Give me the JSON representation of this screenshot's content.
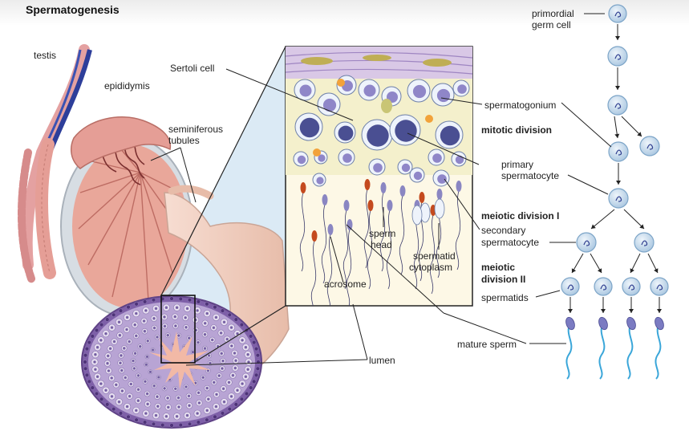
{
  "title": "Spermatogenesis",
  "labels": {
    "testis": "testis",
    "epididymis": "epididymis",
    "seminiferous_1": "seminiferous",
    "seminiferous_2": "tubules",
    "sertoli": "Sertoli cell",
    "spermatogonium": "spermatogonium",
    "mitotic_division": "mitotic division",
    "primary_1": "primary",
    "primary_2": "spermatocyte",
    "meiotic_1": "meiotic division I",
    "secondary_1": "secondary",
    "secondary_2": "spermatocyte",
    "meiotic_2a": "meiotic",
    "meiotic_2b": "division II",
    "spermatids": "spermatids",
    "mature_sperm": "mature sperm",
    "sperm_head_1": "sperm",
    "sperm_head_2": "head",
    "spermatid_cyto_1": "spermatid",
    "spermatid_cyto_2": "cytoplasm",
    "acrosome": "acrosome",
    "lumen": "lumen",
    "primordial_1": "primordial",
    "primordial_2": "germ cell"
  },
  "colors": {
    "testis_fill": "#e9a79a",
    "tubule_purple": "#8b6fb3",
    "cell_blue": "#cfe0ef",
    "nucleus": "#5a5f9e",
    "sheath": "#f4d7cc",
    "sperm_blue": "#3aa6d9"
  }
}
